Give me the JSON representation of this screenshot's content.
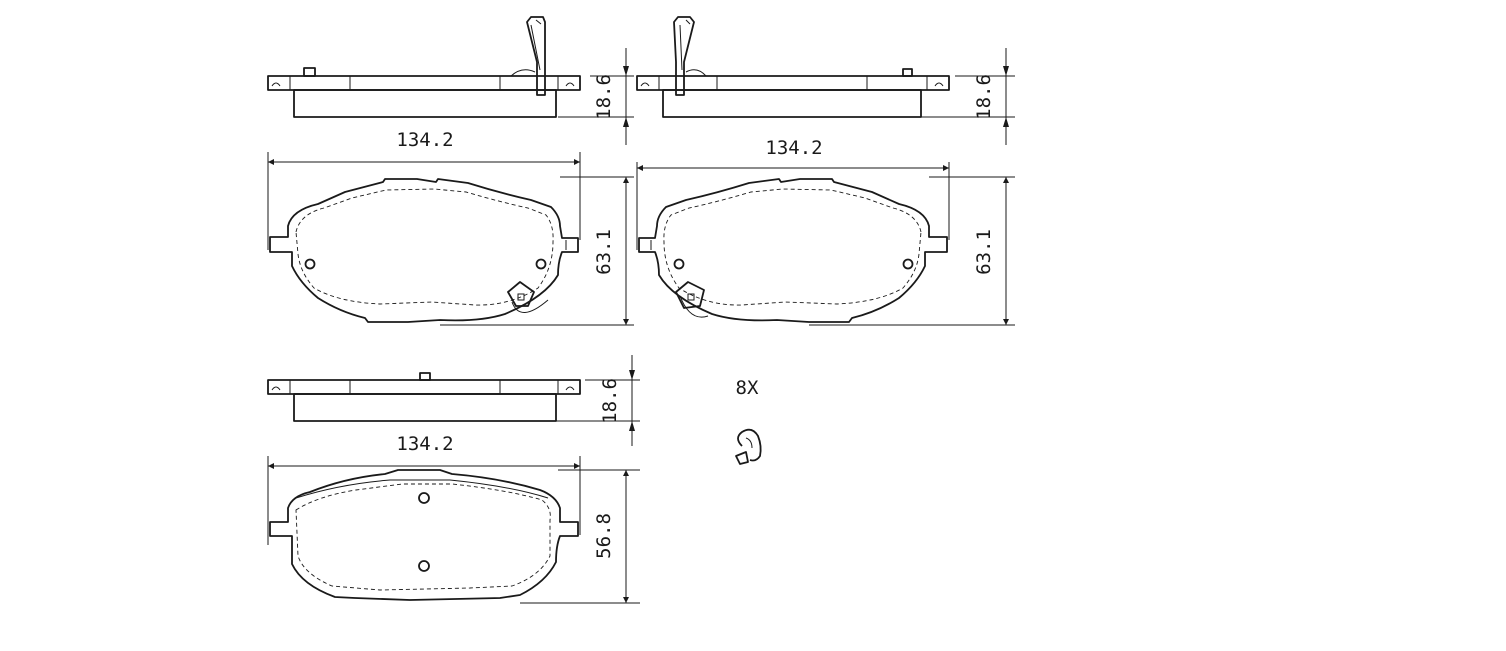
{
  "dimensions": {
    "pad1_thickness": "18.6",
    "pad1_width": "134.2",
    "pad1_height": "63.1",
    "pad2_thickness": "18.6",
    "pad2_width": "134.2",
    "pad2_height": "63.1",
    "pad3_thickness": "18.6",
    "pad3_width": "134.2",
    "pad3_height": "56.8"
  },
  "clip_quantity": "8X"
}
